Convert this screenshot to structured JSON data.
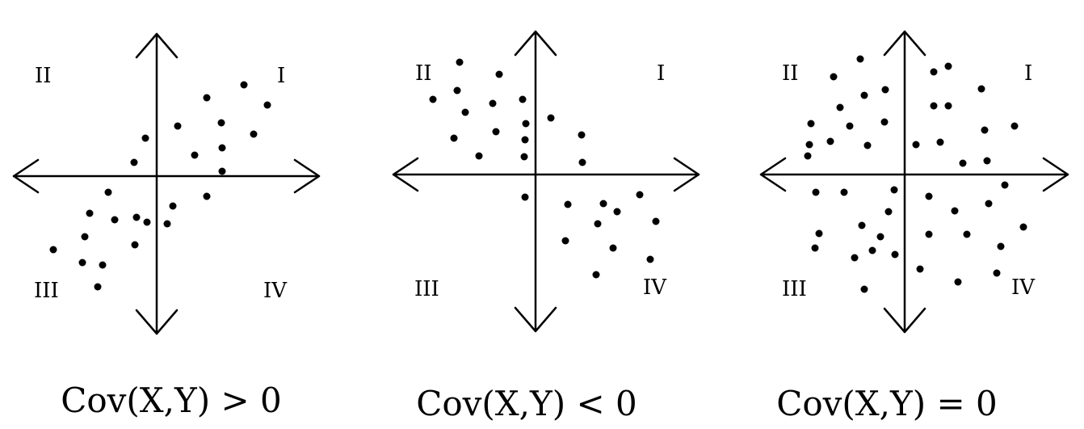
{
  "panels": [
    {
      "caption": "Cov(X,Y) > 0",
      "quadrants": {
        "I": "I",
        "II": "II",
        "III": "III",
        "IV": "IV"
      },
      "points": [
        [
          -14,
          47
        ],
        [
          26,
          62
        ],
        [
          62,
          97
        ],
        [
          108,
          113
        ],
        [
          137,
          88
        ],
        [
          80,
          66
        ],
        [
          -28,
          17
        ],
        [
          120,
          52
        ],
        [
          47,
          26
        ],
        [
          81,
          35
        ],
        [
          81,
          6
        ],
        [
          62,
          -25
        ],
        [
          20,
          -37
        ],
        [
          13,
          -59
        ],
        [
          -12,
          -57
        ],
        [
          -25,
          -51
        ],
        [
          -27,
          -85
        ],
        [
          -52,
          -54
        ],
        [
          -60,
          -20
        ],
        [
          -83,
          -46
        ],
        [
          -89,
          -75
        ],
        [
          -67,
          -110
        ],
        [
          -92,
          -107
        ],
        [
          -128,
          -91
        ],
        [
          -73,
          -137
        ]
      ]
    },
    {
      "caption": "Cov(X,Y) < 0",
      "quadrants": {
        "I": "I",
        "II": "II",
        "III": "III",
        "IV": "IV"
      },
      "points": [
        [
          -94,
          139
        ],
        [
          -45,
          124
        ],
        [
          -97,
          104
        ],
        [
          -127,
          93
        ],
        [
          -16,
          93
        ],
        [
          -53,
          88
        ],
        [
          -87,
          77
        ],
        [
          -12,
          63
        ],
        [
          19,
          70
        ],
        [
          -49,
          53
        ],
        [
          -101,
          45
        ],
        [
          -13,
          43
        ],
        [
          57,
          49
        ],
        [
          -70,
          23
        ],
        [
          -14,
          22
        ],
        [
          58,
          15
        ],
        [
          -13,
          -28
        ],
        [
          40,
          -37
        ],
        [
          84,
          -36
        ],
        [
          101,
          -46
        ],
        [
          129,
          -25
        ],
        [
          77,
          -61
        ],
        [
          149,
          -58
        ],
        [
          37,
          -82
        ],
        [
          96,
          -91
        ],
        [
          142,
          -105
        ],
        [
          75,
          -124
        ]
      ]
    },
    {
      "caption": "Cov(X,Y) = 0",
      "quadrants": {
        "I": "I",
        "II": "II",
        "III": "III",
        "IV": "IV"
      },
      "points": [
        [
          -55,
          143
        ],
        [
          -88,
          121
        ],
        [
          -24,
          105
        ],
        [
          -50,
          98
        ],
        [
          36,
          127
        ],
        [
          54,
          134
        ],
        [
          95,
          106
        ],
        [
          36,
          85
        ],
        [
          54,
          85
        ],
        [
          -80,
          83
        ],
        [
          -116,
          63
        ],
        [
          -68,
          60
        ],
        [
          -25,
          65
        ],
        [
          -118,
          37
        ],
        [
          -92,
          41
        ],
        [
          -46,
          36
        ],
        [
          14,
          37
        ],
        [
          44,
          40
        ],
        [
          99,
          55
        ],
        [
          136,
          60
        ],
        [
          -120,
          23
        ],
        [
          72,
          14
        ],
        [
          102,
          17
        ],
        [
          -110,
          -22
        ],
        [
          -75,
          -22
        ],
        [
          -13,
          -19
        ],
        [
          30,
          -27
        ],
        [
          124,
          -13
        ],
        [
          -20,
          -46
        ],
        [
          62,
          -45
        ],
        [
          104,
          -36
        ],
        [
          -53,
          -63
        ],
        [
          -106,
          -73
        ],
        [
          -30,
          -77
        ],
        [
          30,
          -74
        ],
        [
          77,
          -74
        ],
        [
          147,
          -65
        ],
        [
          -111,
          -91
        ],
        [
          -62,
          -103
        ],
        [
          -40,
          -94
        ],
        [
          -12,
          -99
        ],
        [
          119,
          -89
        ],
        [
          19,
          -117
        ],
        [
          66,
          -133
        ],
        [
          114,
          -122
        ],
        [
          -50,
          -142
        ]
      ]
    }
  ]
}
